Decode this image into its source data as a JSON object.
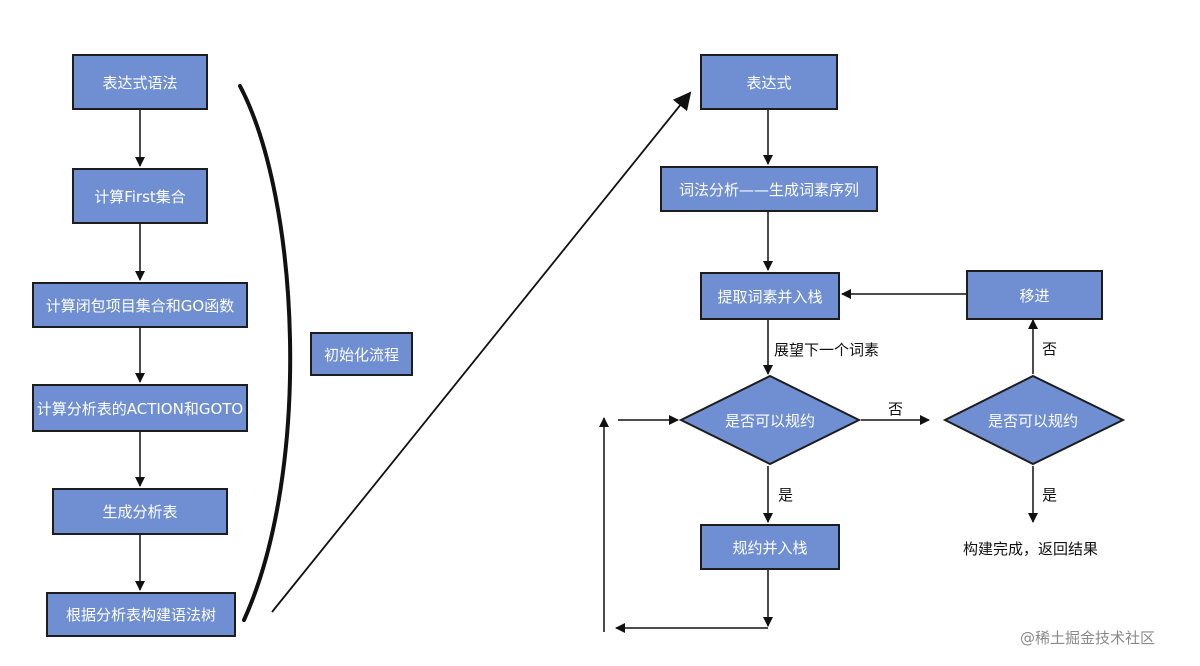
{
  "left_flow": {
    "steps": [
      "表达式语法",
      "计算First集合",
      "计算闭包项目集合和GO函数",
      "计算分析表的ACTION和GOTO",
      "生成分析表",
      "根据分析表构建语法树"
    ],
    "group_label": "初始化流程"
  },
  "right_flow": {
    "expression": "表达式",
    "lexer": "词法分析——生成词素序列",
    "push_token": "提取词素并入栈",
    "shift": "移进",
    "lookahead": "展望下一个词素",
    "can_reduce_1": "是否可以规约",
    "can_reduce_2": "是否可以规约",
    "no_1": "否",
    "no_2": "否",
    "yes_1": "是",
    "yes_2": "是",
    "reduce_push": "规约并入栈",
    "done": "构建完成，返回结果"
  },
  "watermark": "@稀土掘金技术社区",
  "colors": {
    "node_fill": "#6f8fd2",
    "outline": "#1d1d1d"
  }
}
